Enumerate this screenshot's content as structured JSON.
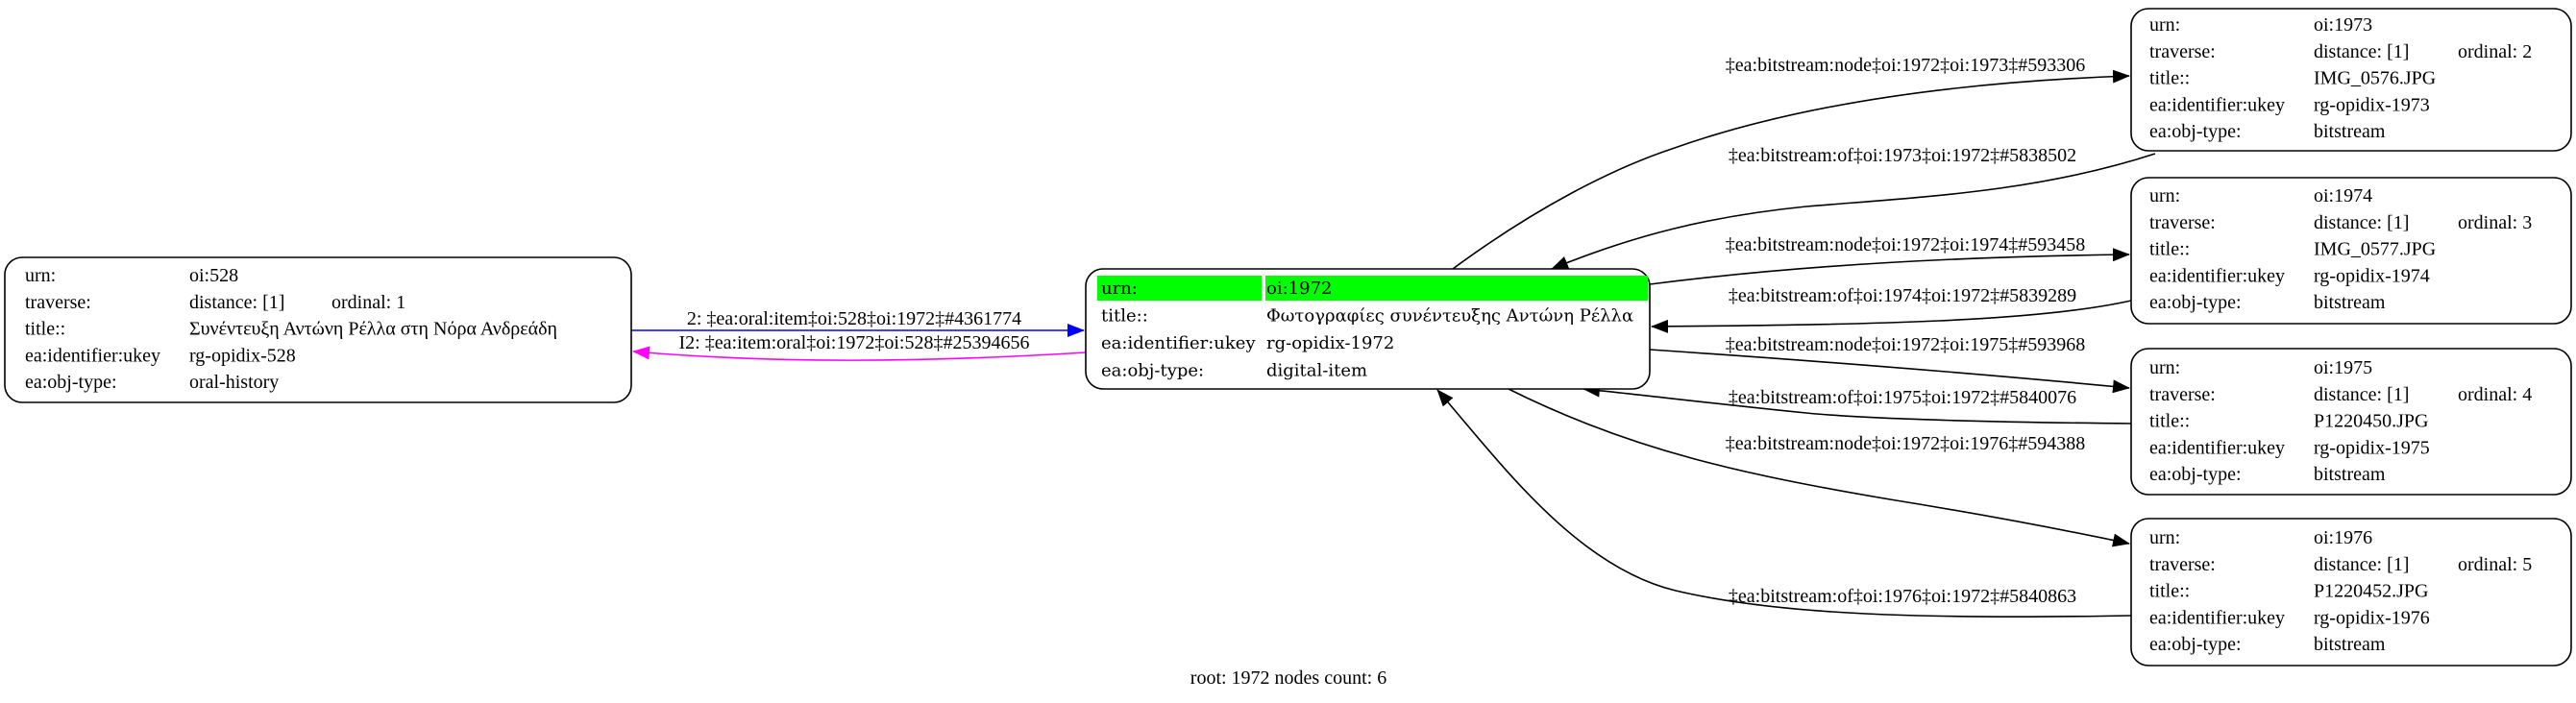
{
  "nodes": [
    {
      "rows": [
        {
          "label": "urn:",
          "value": "oi:528"
        },
        {
          "label": "traverse:",
          "value": "distance: [1]",
          "extra": "ordinal: 1"
        },
        {
          "label": "title::",
          "value": "Συνέντευξη Αντώνη Ρέλλα στη Νόρα Ανδρεάδη"
        },
        {
          "label": "ea:identifier:ukey",
          "value": "rg-opidix-528"
        },
        {
          "label": "ea:obj-type:",
          "value": "oral-history"
        }
      ]
    },
    {
      "root": true,
      "highlight": "#00ff00",
      "rows": [
        {
          "label": "urn:",
          "value": "oi:1972"
        },
        {
          "label": "title::",
          "value": "Φωτογραφίες συνέντευξης Αντώνη Ρέλλα"
        },
        {
          "label": "ea:identifier:ukey",
          "value": "rg-opidix-1972"
        },
        {
          "label": "ea:obj-type:",
          "value": "digital-item"
        }
      ]
    },
    {
      "rows": [
        {
          "label": "urn:",
          "value": "oi:1973"
        },
        {
          "label": "traverse:",
          "value": "distance: [1]",
          "extra": "ordinal: 2"
        },
        {
          "label": "title::",
          "value": "IMG_0576.JPG"
        },
        {
          "label": "ea:identifier:ukey",
          "value": "rg-opidix-1973"
        },
        {
          "label": "ea:obj-type:",
          "value": "bitstream"
        }
      ]
    },
    {
      "rows": [
        {
          "label": "urn:",
          "value": "oi:1974"
        },
        {
          "label": "traverse:",
          "value": "distance: [1]",
          "extra": "ordinal: 3"
        },
        {
          "label": "title::",
          "value": "IMG_0577.JPG"
        },
        {
          "label": "ea:identifier:ukey",
          "value": "rg-opidix-1974"
        },
        {
          "label": "ea:obj-type:",
          "value": "bitstream"
        }
      ]
    },
    {
      "rows": [
        {
          "label": "urn:",
          "value": "oi:1975"
        },
        {
          "label": "traverse:",
          "value": "distance: [1]",
          "extra": "ordinal: 4"
        },
        {
          "label": "title::",
          "value": "P1220450.JPG"
        },
        {
          "label": "ea:identifier:ukey",
          "value": "rg-opidix-1975"
        },
        {
          "label": "ea:obj-type:",
          "value": "bitstream"
        }
      ]
    },
    {
      "rows": [
        {
          "label": "urn:",
          "value": "oi:1976"
        },
        {
          "label": "traverse:",
          "value": "distance: [1]",
          "extra": "ordinal: 5"
        },
        {
          "label": "title::",
          "value": "P1220452.JPG"
        },
        {
          "label": "ea:identifier:ukey",
          "value": "rg-opidix-1976"
        },
        {
          "label": "ea:obj-type:",
          "value": "bitstream"
        }
      ]
    }
  ],
  "edges": [
    {
      "label": "2: ‡ea:oral:item‡oi:528‡oi:1972‡#4361774",
      "color": "#0000ff"
    },
    {
      "label": "I2: ‡ea:item:oral‡oi:1972‡oi:528‡#25394656",
      "color": "#ff00ff"
    },
    {
      "label": "‡ea:bitstream:node‡oi:1972‡oi:1973‡#593306"
    },
    {
      "label": "‡ea:bitstream:of‡oi:1973‡oi:1972‡#5838502"
    },
    {
      "label": "‡ea:bitstream:node‡oi:1972‡oi:1974‡#593458"
    },
    {
      "label": "‡ea:bitstream:of‡oi:1974‡oi:1972‡#5839289"
    },
    {
      "label": "‡ea:bitstream:node‡oi:1972‡oi:1975‡#593968"
    },
    {
      "label": "‡ea:bitstream:of‡oi:1975‡oi:1972‡#5840076"
    },
    {
      "label": "‡ea:bitstream:node‡oi:1972‡oi:1976‡#594388"
    },
    {
      "label": "‡ea:bitstream:of‡oi:1976‡oi:1972‡#5840863"
    }
  ],
  "footer": "root: 1972 nodes count: 6"
}
